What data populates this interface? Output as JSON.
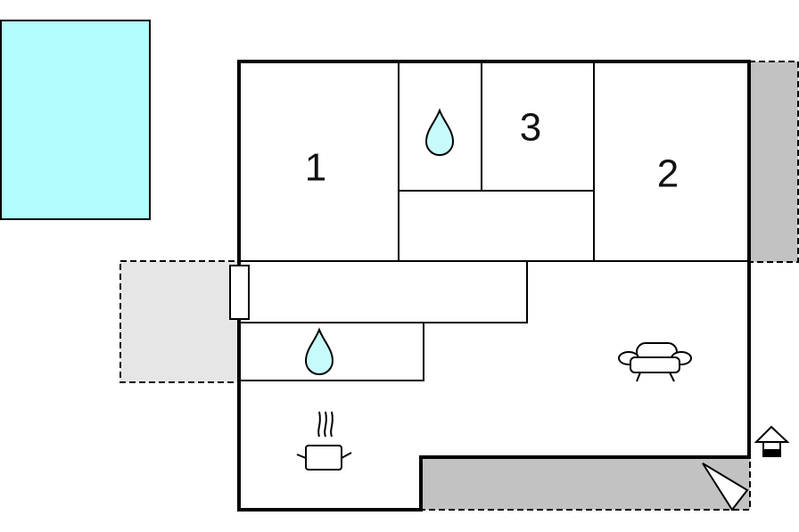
{
  "floorplan": {
    "rooms": [
      {
        "id": "room-1",
        "label": "1"
      },
      {
        "id": "room-2",
        "label": "2"
      },
      {
        "id": "room-3",
        "label": "3"
      }
    ],
    "icons": [
      "water-drop-icon",
      "water-drop-icon",
      "cooking-pot-icon",
      "sofa-icon",
      "entrance-house-icon",
      "terrace-triangle-icon",
      "door-icon"
    ],
    "colors": {
      "pool": "#b2fdfd",
      "terrace_dark": "#c2c2c2",
      "terrace_light": "#e6e6e6",
      "water_drop": "#c7fbfb",
      "wall": "#000000"
    }
  }
}
